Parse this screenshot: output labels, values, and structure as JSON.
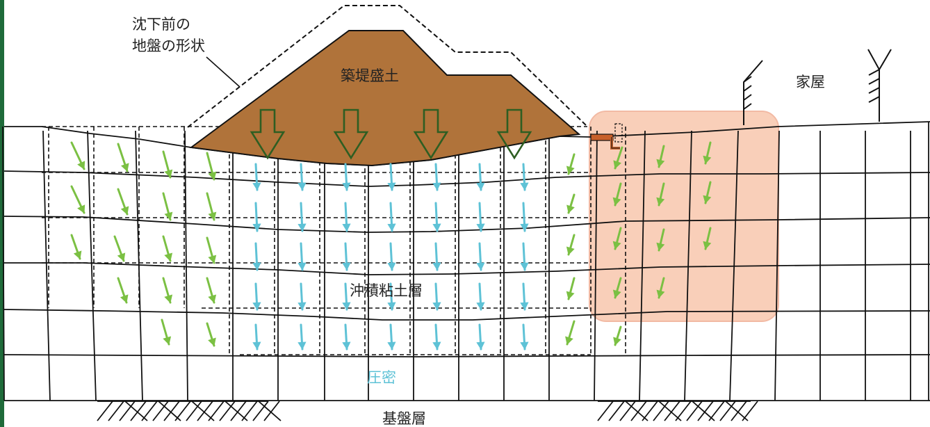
{
  "labels": {
    "original_ground_line1": "沈下前の",
    "original_ground_line2": "地盤の形状",
    "embankment": "築堤盛土",
    "house": "家屋",
    "clay_layer": "沖積粘土層",
    "consolidation": "圧密",
    "bedrock": "基盤層"
  },
  "colors": {
    "embankment_fill": "#b0733a",
    "load_arrow": "#2e5e22",
    "lateral_arrow": "#7bc043",
    "consolidation_arrow": "#5ec2d6",
    "highlight_fill": "#f9cdb6",
    "highlight_stroke": "#f2b7a0",
    "edge_bar": "#1f6b3a",
    "pipe": "#c8602a"
  }
}
